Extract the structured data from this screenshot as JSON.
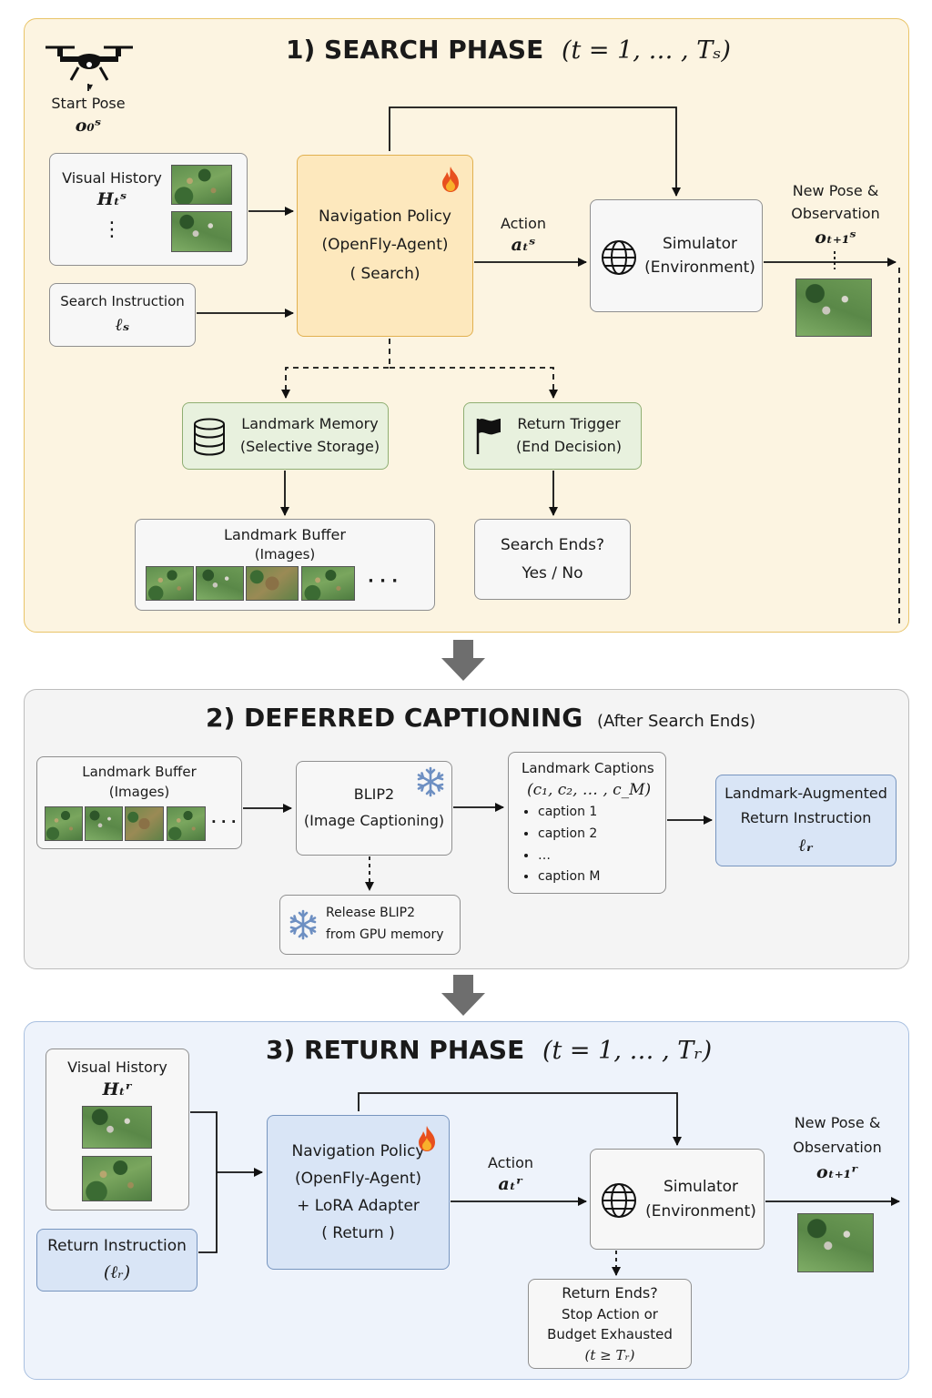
{
  "search_phase": {
    "title": "1) SEARCH  PHASE",
    "title_math": "(t = 1, … , Tₛ)",
    "start_pose": {
      "label": "Start Pose",
      "symbol": "o₀ˢ"
    },
    "visual_history": {
      "label": "Visual History",
      "symbol": "Hₜˢ",
      "ellipsis": "⋮"
    },
    "search_instruction": {
      "label": "Search Instruction",
      "symbol": "ℓₛ"
    },
    "policy": {
      "line1": "Navigation Policy",
      "line2": "(OpenFly-Agent)",
      "line3": "( Search)"
    },
    "action": {
      "label": "Action",
      "symbol": "aₜˢ"
    },
    "simulator": {
      "line1": "Simulator",
      "line2": "(Environment)"
    },
    "new_pose": {
      "line1": "New Pose &",
      "line2": "Observation",
      "symbol": "oₜ₊₁ˢ"
    },
    "landmark_memory": {
      "line1": "Landmark Memory",
      "line2": "(Selective Storage)"
    },
    "return_trigger": {
      "line1": "Return Trigger",
      "line2": "(End Decision)"
    },
    "landmark_buffer": {
      "line1": "Landmark Buffer",
      "line2": "(Images)",
      "ellipsis": "· · ·"
    },
    "search_ends": {
      "line1": "Search Ends?",
      "line2": "Yes / No"
    }
  },
  "deferred_captioning": {
    "title": "2) DEFERRED CAPTIONING",
    "subtitle": "(After Search Ends)",
    "landmark_buffer": {
      "line1": "Landmark Buffer",
      "line2": "(Images)",
      "ellipsis": "· · ·"
    },
    "blip2": {
      "line1": "BLIP2",
      "line2": "(Image Captioning)"
    },
    "captions": {
      "title": "Landmark Captions",
      "symbol": "(c₁, c₂, … , c_M)",
      "items": [
        "caption 1",
        "caption 2",
        "…",
        "caption M"
      ]
    },
    "augmented": {
      "line1": "Landmark-Augmented",
      "line2": "Return Instruction",
      "symbol": "ℓᵣ"
    },
    "release": {
      "line1": "Release BLIP2",
      "line2": "from GPU memory"
    }
  },
  "return_phase": {
    "title": "3) RETURN  PHASE",
    "title_math": "(t = 1, … , Tᵣ)",
    "visual_history": {
      "label": "Visual History",
      "symbol": "Hₜʳ"
    },
    "return_instruction": {
      "label": "Return Instruction",
      "symbol": "(ℓᵣ)"
    },
    "policy": {
      "line1": "Navigation Policy",
      "line2": "(OpenFly-Agent)",
      "line3": "+ LoRA Adapter",
      "line4": "( Return )"
    },
    "action": {
      "label": "Action",
      "symbol": "aₜʳ"
    },
    "simulator": {
      "line1": "Simulator",
      "line2": "(Environment)"
    },
    "new_pose": {
      "line1": "New Pose &",
      "line2": "Observation",
      "symbol": "oₜ₊₁ʳ"
    },
    "return_ends": {
      "line1": "Return Ends?",
      "line2": "Stop Action or",
      "line3": "Budget Exhausted",
      "line4": "(t ≥ Tᵣ)"
    }
  },
  "colors": {
    "search_panel": "#fcf4e1",
    "captioning_panel": "#f4f4f4",
    "return_panel": "#eef3fb",
    "policy_orange": "#fde8bd",
    "memory_green": "#e8f1de",
    "return_blue": "#d9e5f6",
    "fire_icon": "#e8501e",
    "snowflake_icon": "#6d8fc2"
  }
}
